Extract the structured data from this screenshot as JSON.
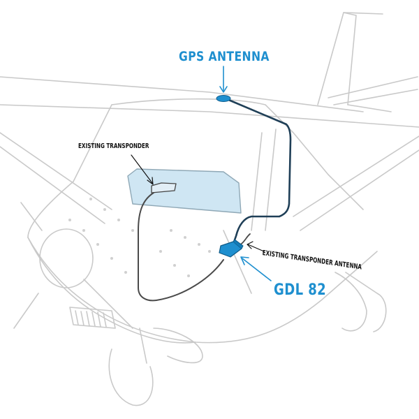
{
  "labels": {
    "gps_antenna": "GPS ANTENNA",
    "existing_transponder": "EXISTING TRANSPONDER",
    "existing_transponder_antenna": "EXISTING TRANSPONDER ANTENNA",
    "gdl_82": "GDL 82"
  },
  "colors": {
    "accent": "#1e8fcf",
    "cable": "#1f3f57",
    "outline": "#c9c9c9",
    "window_fill": "#cfe6f3",
    "text": "#111111"
  }
}
